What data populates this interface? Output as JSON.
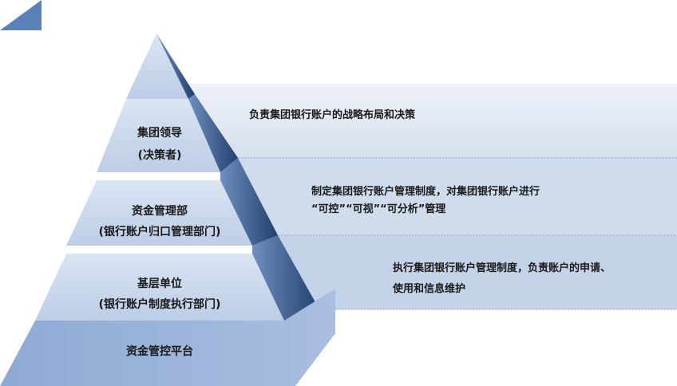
{
  "pyramid": {
    "tiers": [
      {
        "title": "集团领导",
        "subtitle": "(决策者)"
      },
      {
        "title": "资金管理部",
        "subtitle": "(银行账户归口管理部门)"
      },
      {
        "title": "基层单位",
        "subtitle": "(银行账户制度执行部门)"
      }
    ],
    "base": "资金管控平台"
  },
  "descriptions": [
    {
      "lines": [
        "负责集团银行账户的战略布局和决策"
      ]
    },
    {
      "lines": [
        "制定集团银行账户管理制度，对集团银行账户进行",
        "“可控”“可视”“可分析”管理"
      ]
    },
    {
      "lines": [
        "执行集团银行账户管理制度，负责账户的申请、",
        "使用和信息维护"
      ]
    }
  ],
  "colors": {
    "band_light": "#dde7f2",
    "band_mid": "#c7d6e8",
    "tier_face": "#c9d8ec",
    "side_dark": "#2f4f80",
    "base_face": "#9cb4d8",
    "corner": "#5b82b8"
  }
}
